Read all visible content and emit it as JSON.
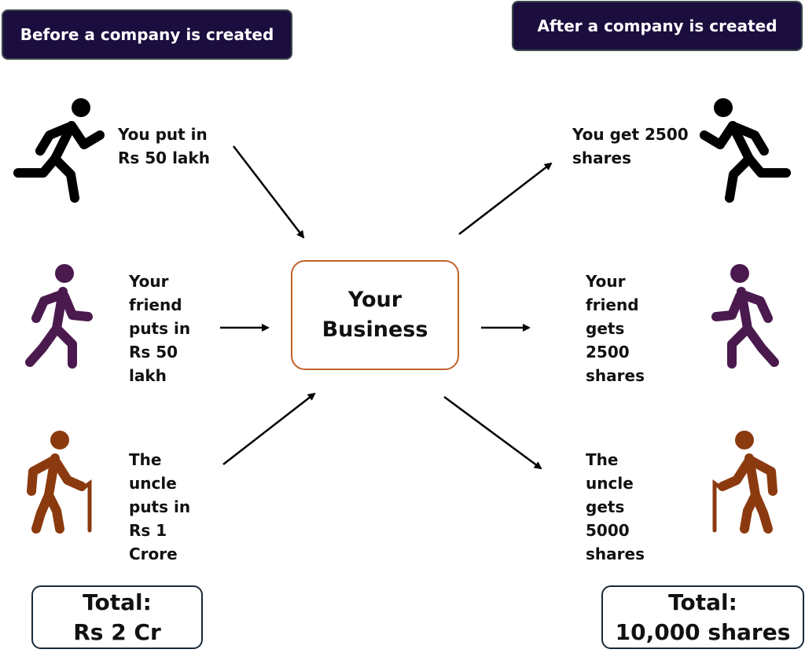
{
  "headers": {
    "before": "Before a company is created",
    "after": "After a company is created"
  },
  "center": {
    "label": "Your\nBusiness"
  },
  "contributions": {
    "you": "You put in\nRs 50 lakh",
    "friend": "Your\nfriend\nputs in\nRs 50\nlakh",
    "uncle": "The\nuncle\nputs in\nRs 1\nCrore"
  },
  "shares": {
    "you": "You get 2500\nshares",
    "friend": "Your\nfriend\ngets\n2500\nshares",
    "uncle": "The\nuncle\ngets\n5000\nshares"
  },
  "totals": {
    "before": "Total:\nRs 2 Cr",
    "after": "Total:\n10,000 shares"
  },
  "icons": {
    "you": "running-person-icon",
    "friend": "walking-person-icon",
    "uncle": "elderly-person-with-cane-icon"
  },
  "colors": {
    "header_bg": "#1b0d3e",
    "center_border": "#c0622a",
    "you": "#000000",
    "friend": "#4a1a4e",
    "uncle": "#8b3a0f"
  }
}
